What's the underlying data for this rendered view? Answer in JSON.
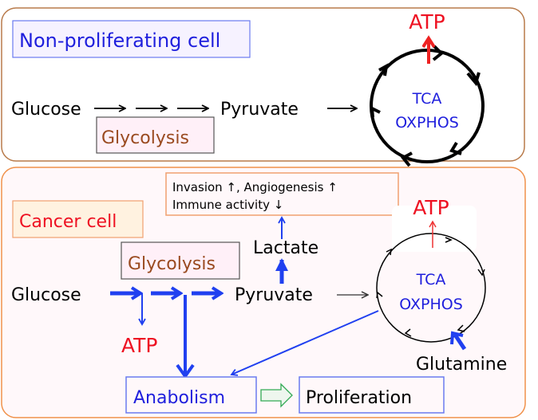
{
  "panels": {
    "normal": {
      "title": "Non-proliferating cell",
      "glucose": "Glucose",
      "glycolysis": "Glycolysis",
      "pyruvate": "Pyruvate",
      "cycle_line1": "TCA",
      "cycle_line2": "OXPHOS",
      "atp": "ATP"
    },
    "cancer": {
      "title": "Cancer cell",
      "effects_line1": "Invasion ↑, Angiogenesis ↑",
      "effects_line2": "Immune activity ↓",
      "lactate": "Lactate",
      "glycolysis": "Glycolysis",
      "glucose": "Glucose",
      "pyruvate": "Pyruvate",
      "atp_glycolytic": "ATP",
      "atp_oxphos": "ATP",
      "cycle_line1": "TCA",
      "cycle_line2": "OXPHOS",
      "glutamine": "Glutamine",
      "anabolism": "Anabolism",
      "proliferation": "Proliferation"
    }
  },
  "colors": {
    "normal_border": "#b87a4a",
    "cancer_border": "#f0914a",
    "cancer_bg": "#fff8fa",
    "title_blue": "#1f1fdd",
    "title_red": "#ee1122",
    "glycolysis_brown": "#9a4a20",
    "pathway_blue": "#2040f0",
    "atp_red": "#ee1122",
    "arrow_green": "#33aa55"
  }
}
